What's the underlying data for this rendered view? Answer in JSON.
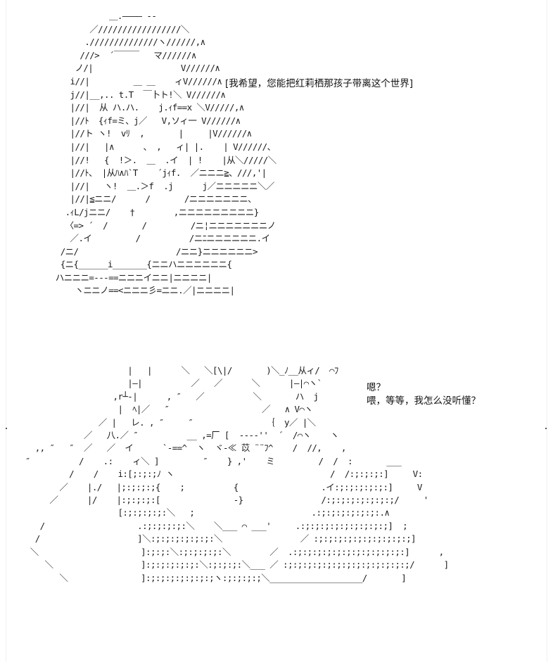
{
  "panels": [
    {
      "name": "top-panel",
      "caption": "[我希望，您能把红莉栖那孩子带离这个世界]"
    },
    {
      "name": "bottom-panel",
      "captions": [
        "嗯？",
        "喂，等等，我怎么没听懂？"
      ]
    }
  ],
  "colors": {
    "background": "#ffffff",
    "ink": "#111111"
  }
}
